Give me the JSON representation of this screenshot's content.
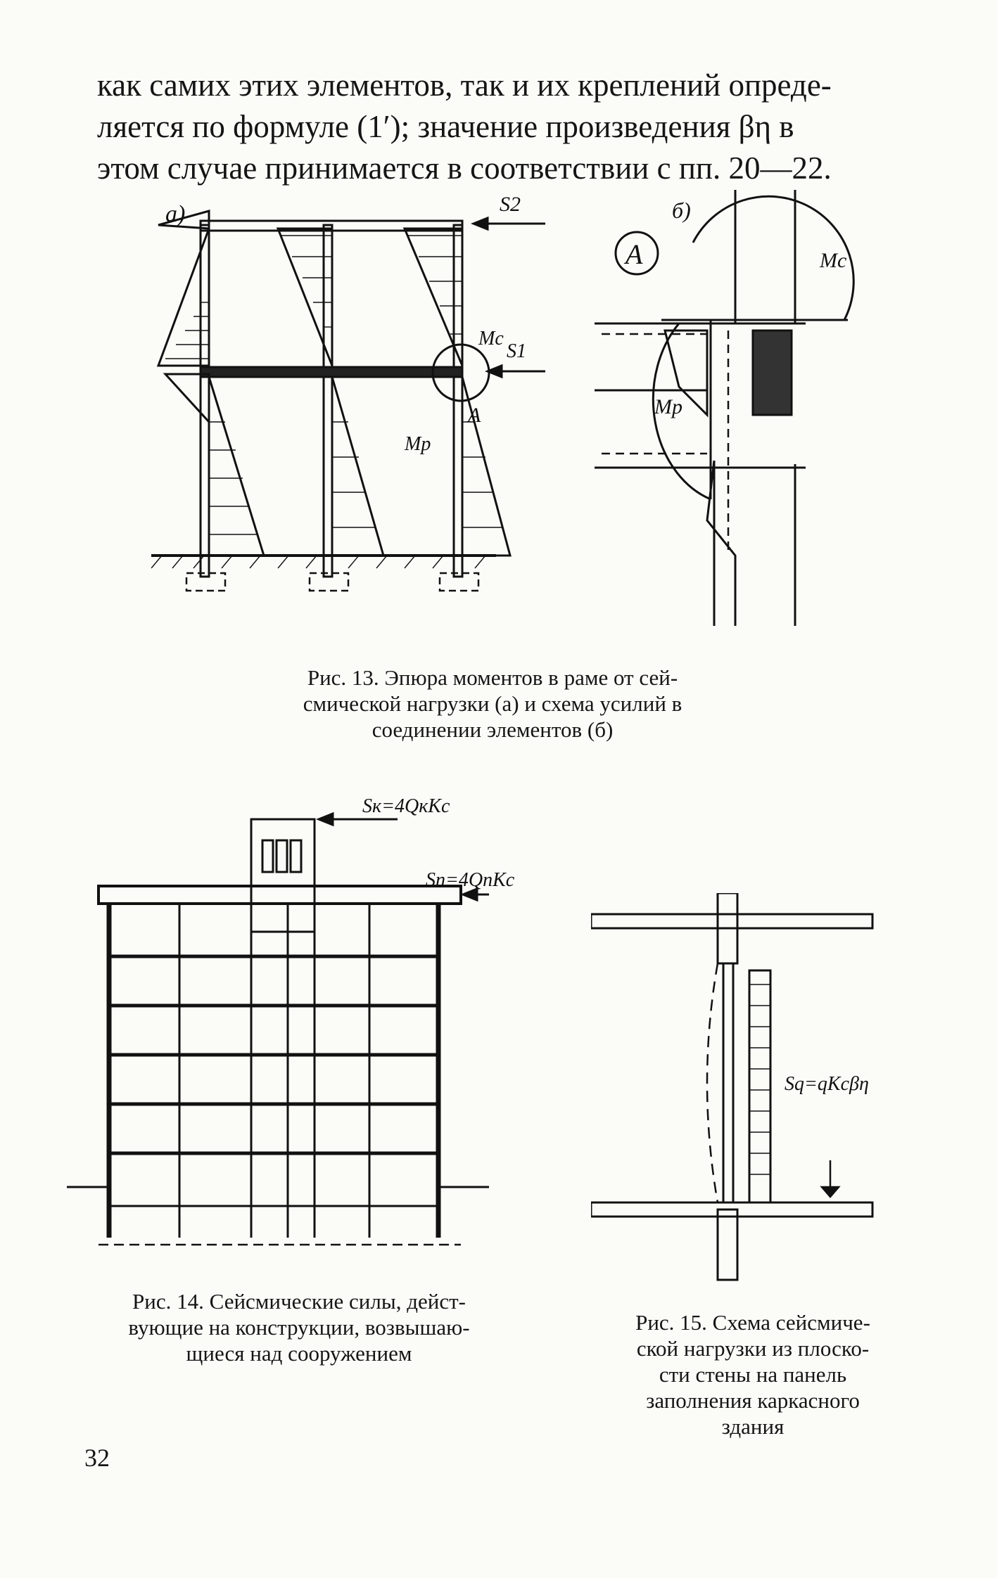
{
  "body_text": {
    "lines": [
      "как самих этих элементов, так и их креплений опреде-",
      "ляется по формуле (1′); значение произведения βη в",
      "этом случае принимается в соответствии с пп. 20—22."
    ]
  },
  "figure13": {
    "label_a": "а)",
    "label_b": "б)",
    "node_label": "A",
    "node_circle_label": "A",
    "s1": "S1",
    "s2": "S2",
    "mc": "Mc",
    "mp": "Mp",
    "mc_b": "Mc",
    "mp_b": "Mp",
    "caption": [
      "Рис. 13. Эпюра моментов в раме от сей-",
      "смической нагрузки (а) и схема усилий в",
      "соединении элементов (б)"
    ]
  },
  "figure14": {
    "sk": "Sк=4QкKc",
    "sn": "Sn=4QnKc",
    "caption": [
      "Рис. 14. Сейсмические силы, дейст-",
      "вующие на конструкции, возвышаю-",
      "щиеся над сооружением"
    ]
  },
  "figure15": {
    "sq": "Sq=qKcβη",
    "caption": [
      "Рис. 15. Схема сейсмиче-",
      "ской нагрузки из плоско-",
      "сти стены на панель",
      "заполнения каркасного",
      "здания"
    ]
  },
  "page_number": "32"
}
